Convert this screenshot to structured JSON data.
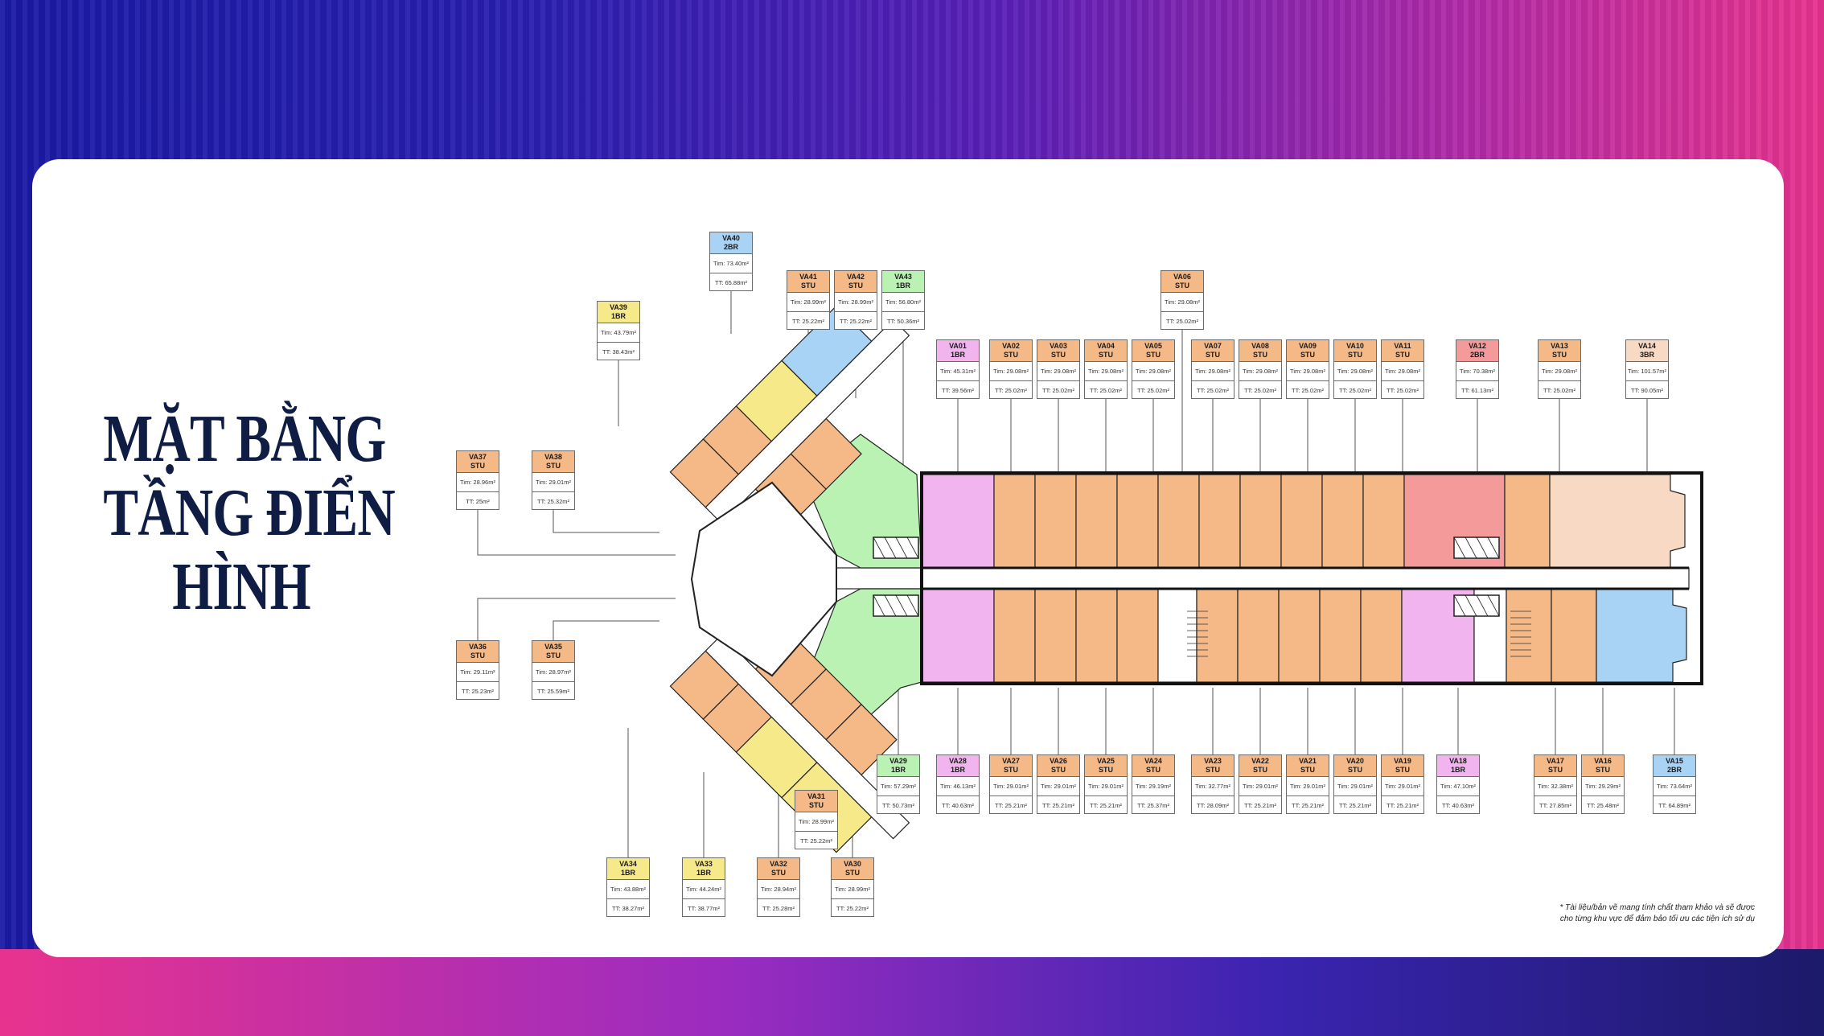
{
  "title_lines": [
    "MẶT BẰNG",
    "TẦNG ĐIỂN",
    "HÌNH"
  ],
  "note_lines": [
    "* Tài liệu/bản vẽ mang tính chất tham khảo và sẽ được",
    "cho từng khu vực để đảm bảo tối ưu các tiện ích sử dụ"
  ],
  "colors": {
    "stu": "#f5b887",
    "br1": "#f6e98a",
    "br1_pink": "#f2b4ee",
    "br1_green": "#b9f2b3",
    "br2": "#a9d3f5",
    "br2_red": "#f59a9a",
    "br3": "#f7d9c4",
    "corridor": "#ffffff",
    "wall": "#111111"
  },
  "units": [
    {
      "code": "VA40",
      "type": "2BR",
      "tim": "Tim: 73.40m²",
      "tt": "TT: 65.88m²",
      "color": "#a9d3f5"
    },
    {
      "code": "VA41",
      "type": "STU",
      "tim": "Tim: 28.99m²",
      "tt": "TT: 25.22m²",
      "color": "#f5b887"
    },
    {
      "code": "VA42",
      "type": "STU",
      "tim": "Tim: 28.99m²",
      "tt": "TT: 25.22m²",
      "color": "#f5b887"
    },
    {
      "code": "VA43",
      "type": "1BR",
      "tim": "Tim: 56.80m²",
      "tt": "TT: 50.36m²",
      "color": "#b9f2b3"
    },
    {
      "code": "VA39",
      "type": "1BR",
      "tim": "Tim: 43.79m²",
      "tt": "TT: 38.43m²",
      "color": "#f6e98a"
    },
    {
      "code": "VA06",
      "type": "STU",
      "tim": "Tim: 29.08m²",
      "tt": "TT: 25.02m²",
      "color": "#f5b887"
    },
    {
      "code": "VA01",
      "type": "1BR",
      "tim": "Tim: 45.31m²",
      "tt": "TT: 39.56m²",
      "color": "#f2b4ee"
    },
    {
      "code": "VA02",
      "type": "STU",
      "tim": "Tim: 29.08m²",
      "tt": "TT: 25.02m²",
      "color": "#f5b887"
    },
    {
      "code": "VA03",
      "type": "STU",
      "tim": "Tim: 29.08m²",
      "tt": "TT: 25.02m²",
      "color": "#f5b887"
    },
    {
      "code": "VA04",
      "type": "STU",
      "tim": "Tim: 29.08m²",
      "tt": "TT: 25.02m²",
      "color": "#f5b887"
    },
    {
      "code": "VA05",
      "type": "STU",
      "tim": "Tim: 29.08m²",
      "tt": "TT: 25.02m²",
      "color": "#f5b887"
    },
    {
      "code": "VA07",
      "type": "STU",
      "tim": "Tim: 29.08m²",
      "tt": "TT: 25.02m²",
      "color": "#f5b887"
    },
    {
      "code": "VA08",
      "type": "STU",
      "tim": "Tim: 29.08m²",
      "tt": "TT: 25.02m²",
      "color": "#f5b887"
    },
    {
      "code": "VA09",
      "type": "STU",
      "tim": "Tim: 29.08m²",
      "tt": "TT: 25.02m²",
      "color": "#f5b887"
    },
    {
      "code": "VA10",
      "type": "STU",
      "tim": "Tim: 29.08m²",
      "tt": "TT: 25.02m²",
      "color": "#f5b887"
    },
    {
      "code": "VA11",
      "type": "STU",
      "tim": "Tim: 29.08m²",
      "tt": "TT: 25.02m²",
      "color": "#f5b887"
    },
    {
      "code": "VA12",
      "type": "2BR",
      "tim": "Tim: 70.38m²",
      "tt": "TT: 61.13m²",
      "color": "#f59a9a"
    },
    {
      "code": "VA13",
      "type": "STU",
      "tim": "Tim: 29.08m²",
      "tt": "TT: 25.02m²",
      "color": "#f5b887"
    },
    {
      "code": "VA14",
      "type": "3BR",
      "tim": "Tim: 101.57m²",
      "tt": "TT: 90.05m²",
      "color": "#f7d9c4"
    },
    {
      "code": "VA37",
      "type": "STU",
      "tim": "Tim: 28.96m²",
      "tt": "TT: 25m²",
      "color": "#f5b887"
    },
    {
      "code": "VA38",
      "type": "STU",
      "tim": "Tim: 29.01m²",
      "tt": "TT: 25.32m²",
      "color": "#f5b887"
    },
    {
      "code": "VA36",
      "type": "STU",
      "tim": "Tim: 29.11m²",
      "tt": "TT: 25.23m²",
      "color": "#f5b887"
    },
    {
      "code": "VA35",
      "type": "STU",
      "tim": "Tim: 28.97m²",
      "tt": "TT: 25.59m²",
      "color": "#f5b887"
    },
    {
      "code": "VA29",
      "type": "1BR",
      "tim": "Tim: 57.29m²",
      "tt": "TT: 50.73m²",
      "color": "#b9f2b3"
    },
    {
      "code": "VA28",
      "type": "1BR",
      "tim": "Tim: 46.13m²",
      "tt": "TT: 40.63m²",
      "color": "#f2b4ee"
    },
    {
      "code": "VA27",
      "type": "STU",
      "tim": "Tim: 29.01m²",
      "tt": "TT: 25.21m²",
      "color": "#f5b887"
    },
    {
      "code": "VA26",
      "type": "STU",
      "tim": "Tim: 29.01m²",
      "tt": "TT: 25.21m²",
      "color": "#f5b887"
    },
    {
      "code": "VA25",
      "type": "STU",
      "tim": "Tim: 29.01m²",
      "tt": "TT: 25.21m²",
      "color": "#f5b887"
    },
    {
      "code": "VA24",
      "type": "STU",
      "tim": "Tim: 29.19m²",
      "tt": "TT: 25.37m²",
      "color": "#f5b887"
    },
    {
      "code": "VA23",
      "type": "STU",
      "tim": "Tim: 32.77m²",
      "tt": "TT: 28.09m²",
      "color": "#f5b887"
    },
    {
      "code": "VA22",
      "type": "STU",
      "tim": "Tim: 29.01m²",
      "tt": "TT: 25.21m²",
      "color": "#f5b887"
    },
    {
      "code": "VA21",
      "type": "STU",
      "tim": "Tim: 29.01m²",
      "tt": "TT: 25.21m²",
      "color": "#f5b887"
    },
    {
      "code": "VA20",
      "type": "STU",
      "tim": "Tim: 29.01m²",
      "tt": "TT: 25.21m²",
      "color": "#f5b887"
    },
    {
      "code": "VA19",
      "type": "STU",
      "tim": "Tim: 29.01m²",
      "tt": "TT: 25.21m²",
      "color": "#f5b887"
    },
    {
      "code": "VA18",
      "type": "1BR",
      "tim": "Tim: 47.10m²",
      "tt": "TT: 40.63m²",
      "color": "#f2b4ee"
    },
    {
      "code": "VA17",
      "type": "STU",
      "tim": "Tim: 32.38m²",
      "tt": "TT: 27.85m²",
      "color": "#f5b887"
    },
    {
      "code": "VA16",
      "type": "STU",
      "tim": "Tim: 29.29m²",
      "tt": "TT: 25.48m²",
      "color": "#f5b887"
    },
    {
      "code": "VA15",
      "type": "2BR",
      "tim": "Tim: 73.64m²",
      "tt": "TT: 64.89m²",
      "color": "#a9d3f5"
    },
    {
      "code": "VA31",
      "type": "STU",
      "tim": "Tim: 28.99m²",
      "tt": "TT: 25.22m²",
      "color": "#f5b887"
    },
    {
      "code": "VA34",
      "type": "1BR",
      "tim": "Tim: 43.88m²",
      "tt": "TT: 38.27m²",
      "color": "#f6e98a"
    },
    {
      "code": "VA33",
      "type": "1BR",
      "tim": "Tim: 44.24m²",
      "tt": "TT: 38.77m²",
      "color": "#f6e98a"
    },
    {
      "code": "VA32",
      "type": "STU",
      "tim": "Tim: 28.94m²",
      "tt": "TT: 25.28m²",
      "color": "#f5b887"
    },
    {
      "code": "VA30",
      "type": "STU",
      "tim": "Tim: 28.99m²",
      "tt": "TT: 25.22m²",
      "color": "#f5b887"
    }
  ]
}
